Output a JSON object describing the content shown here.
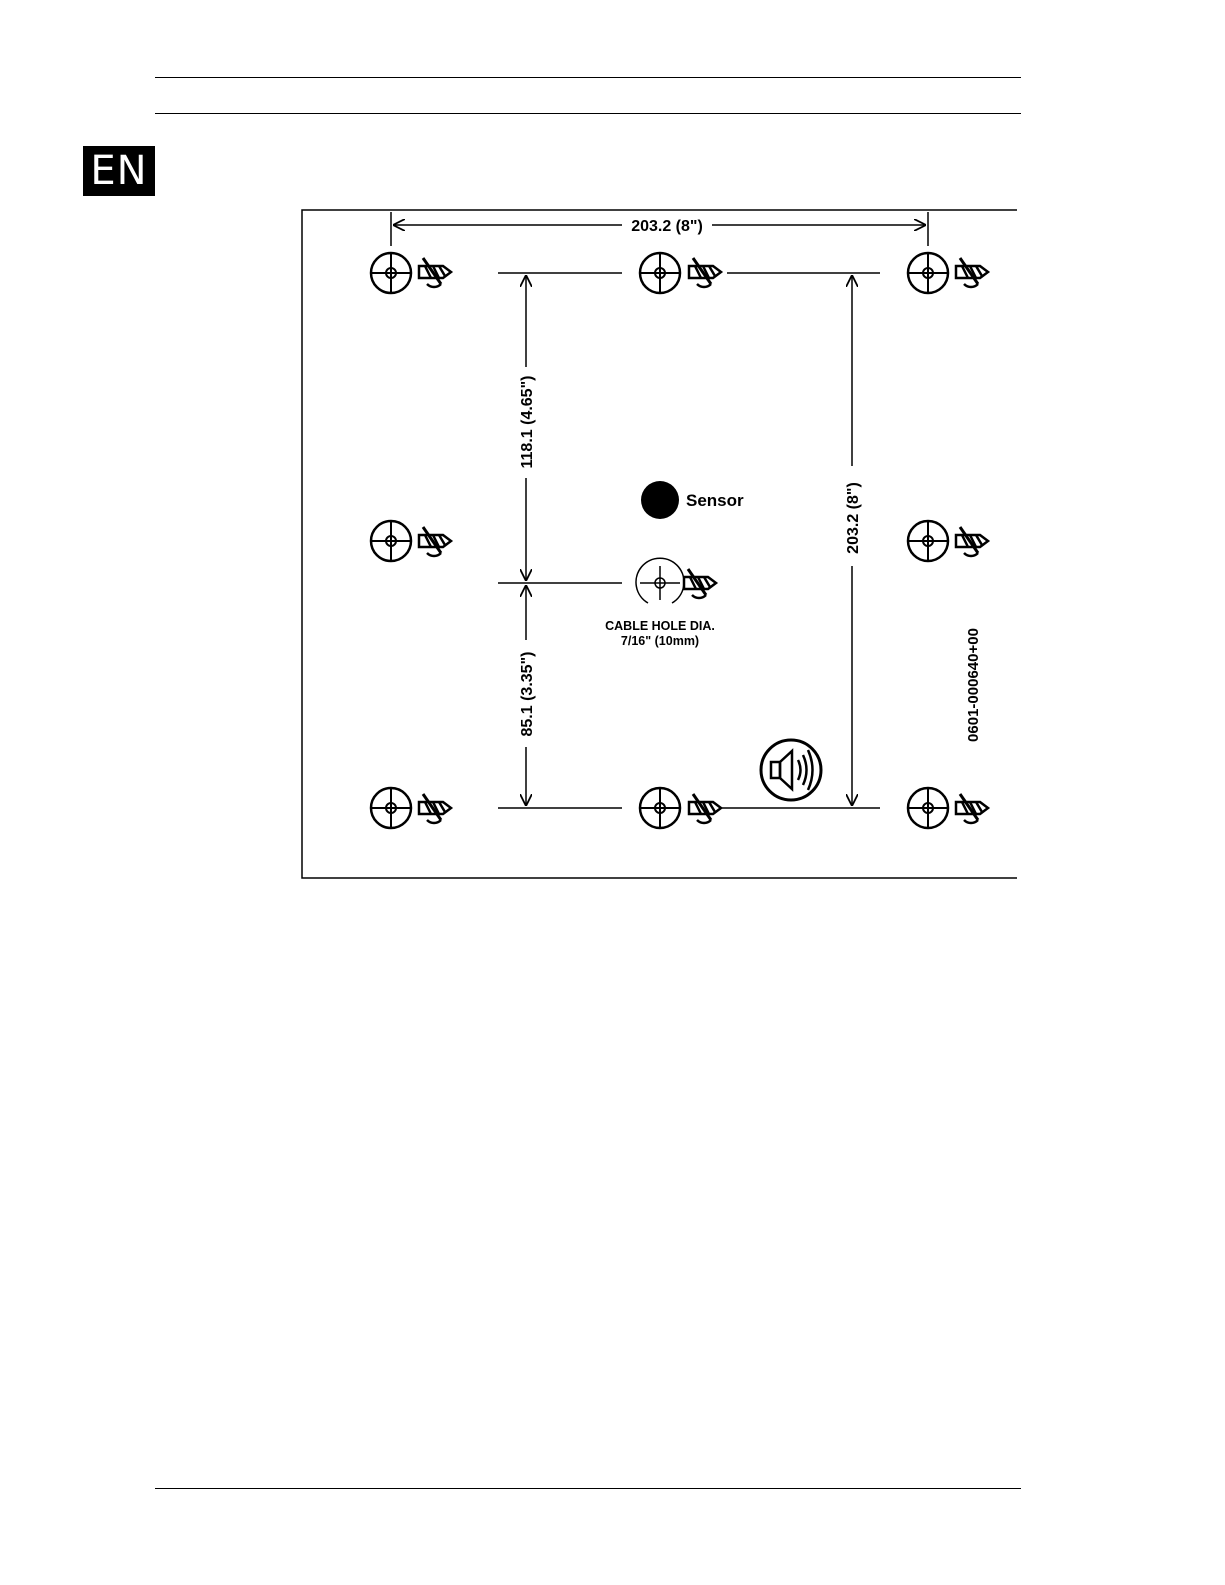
{
  "language_badge": "EN",
  "dimensions": {
    "width_top": "203.2 (8\")",
    "upper_vertical": "118.1 (4.65\")",
    "lower_vertical": "85.1 (3.35\")",
    "right_vertical": "203.2 (8\")"
  },
  "labels": {
    "sensor": "Sensor",
    "cable_hole_line1": "CABLE HOLE DIA.",
    "cable_hole_line2": "7/16\" (10mm)",
    "part_number": "0601-000640+00"
  },
  "icons": {
    "mounting_hole": "crosshair-hole-icon",
    "drill": "drill-bit-icon",
    "speaker": "speaker-icon",
    "sensor": "sensor-dot-icon"
  }
}
